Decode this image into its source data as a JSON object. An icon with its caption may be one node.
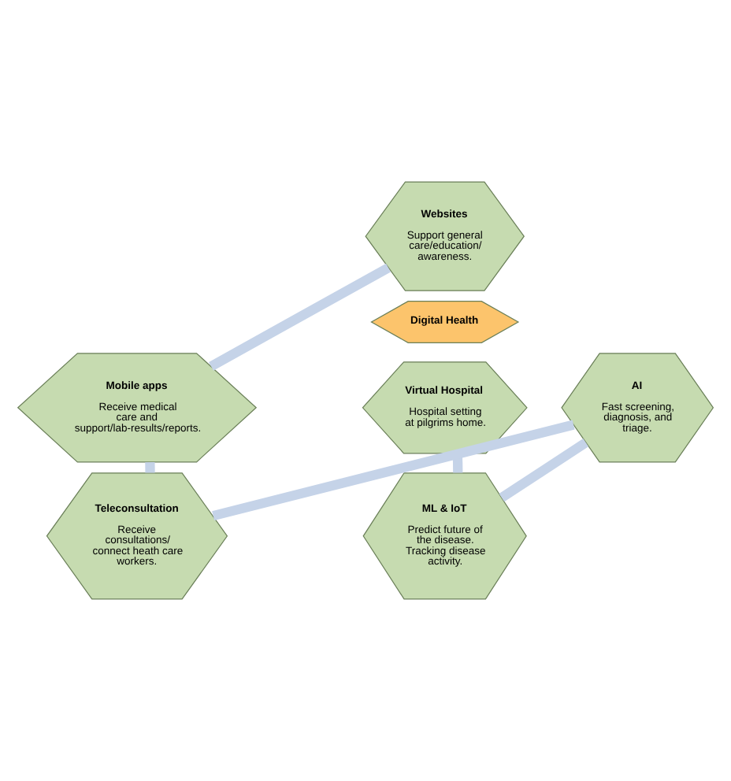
{
  "diagram": {
    "nodes": [
      {
        "text": [
          "Websites",
          "Support general care/education/ awareness."
        ]
      },
      {
        "text": [
          "Virtual Hospital",
          "Hospital setting at pilgrims home."
        ]
      },
      {
        "text": [
          "Mobile apps",
          "Receive medical care and support/lab-results/reports."
        ]
      },
      {
        "text": [
          "Digital Health"
        ]
      },
      {
        "text": [
          "ML & IoT",
          "Predict future of the disease. Tracking disease activity."
        ]
      },
      {
        "text": [
          "Teleconsultation",
          "Receive consultations/ connect heath care workers."
        ]
      },
      {
        "text": [
          "AI",
          "Fast screening, diagnosis, and triage."
        ]
      }
    ],
    "edges": [
      {
        "from": 0,
        "to": 2,
        "arrow": "none"
      },
      {
        "from": 2,
        "to": 5,
        "arrow": "none"
      },
      {
        "from": 5,
        "to": 6,
        "arrow": "none"
      },
      {
        "from": 6,
        "to": 4,
        "arrow": "none"
      },
      {
        "from": 4,
        "to": 1,
        "arrow": "none"
      }
    ]
  }
}
